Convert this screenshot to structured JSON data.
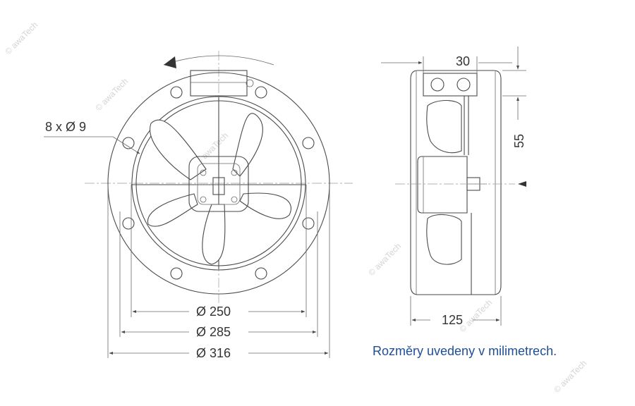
{
  "dimensions": {
    "holes": "8 x Ø 9",
    "d250": "Ø 250",
    "d285": "Ø 285",
    "d316": "Ø 316",
    "w30": "30",
    "h55": "55",
    "w125": "125"
  },
  "note": "Rozměry uvedeny v milimetrech.",
  "watermark": "© awaTech",
  "colors": {
    "line": "#4a4a4a",
    "text": "#333333",
    "note": "#1f4e96",
    "watermark": "#d4d4d4"
  }
}
